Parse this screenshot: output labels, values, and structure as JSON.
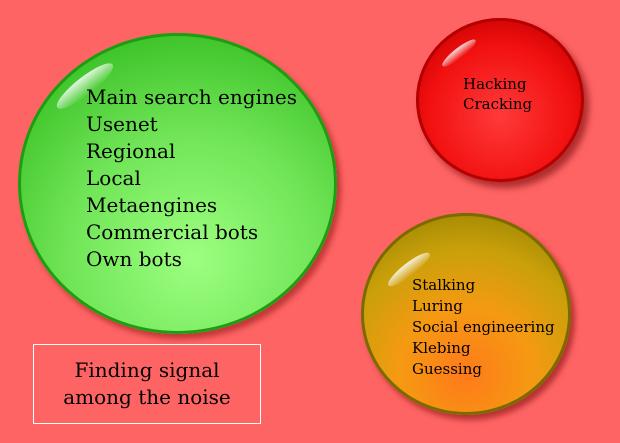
{
  "green_bubble": {
    "items": [
      "Main search engines",
      "Usenet",
      "Regional",
      "Local",
      "Metaengines",
      "Commercial bots",
      "Own bots"
    ]
  },
  "red_bubble": {
    "items": [
      "Hacking",
      "Cracking"
    ]
  },
  "orange_bubble": {
    "items": [
      "Stalking",
      "Luring",
      "Social engineering",
      "Klebing",
      "Guessing"
    ]
  },
  "caption": {
    "line1": "Finding signal",
    "line2": "among the noise"
  },
  "colors": {
    "background": "#ff6464",
    "green": "#6fe456",
    "red": "#f21010",
    "orange": "#f59a12"
  }
}
